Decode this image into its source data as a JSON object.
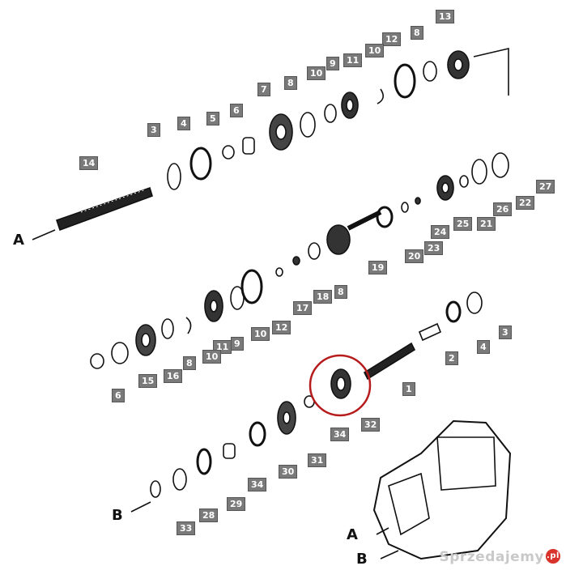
{
  "assembly_labels": {
    "a_left": "A",
    "b_left": "B",
    "a_housing": "A",
    "b_housing": "B"
  },
  "watermark": {
    "text": "Sprzedajemy",
    "suffix": ".pl"
  },
  "highlight_color": "#b71c1c",
  "tag_color": "#7a7a7a",
  "tags": [
    "13",
    "8",
    "12",
    "10",
    "11",
    "9",
    "10",
    "8",
    "7",
    "6",
    "5",
    "4",
    "3",
    "14",
    "27",
    "22",
    "26",
    "21",
    "25",
    "24",
    "23",
    "20",
    "19",
    "8",
    "18",
    "17",
    "12",
    "10",
    "11",
    "9",
    "10",
    "8",
    "16",
    "15",
    "6",
    "3",
    "4",
    "2",
    "1",
    "32",
    "34",
    "31",
    "30",
    "34",
    "29",
    "28",
    "33"
  ]
}
